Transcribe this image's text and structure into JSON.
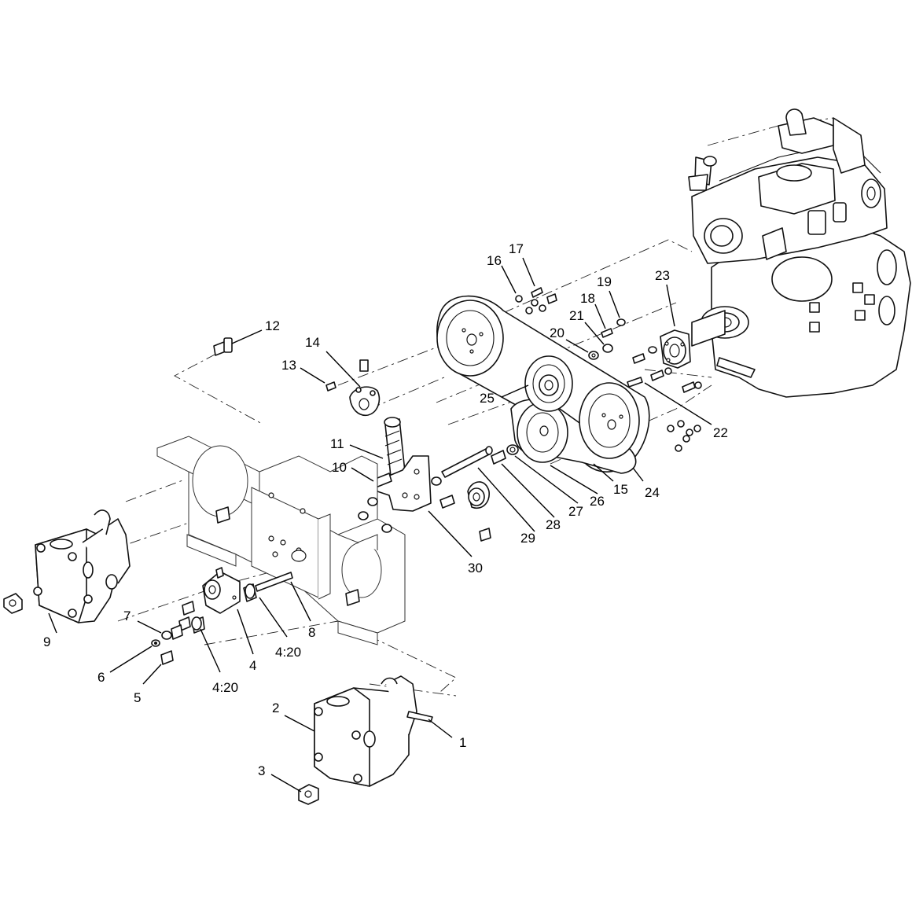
{
  "callouts": {
    "c1": "1",
    "c2": "2",
    "c3": "3",
    "c4": "4",
    "c4_20a": "4:20",
    "c4_20b": "4:20",
    "c5": "5",
    "c6": "6",
    "c7": "7",
    "c8": "8",
    "c9": "9",
    "c10": "10",
    "c11": "11",
    "c12": "12",
    "c13": "13",
    "c14": "14",
    "c15": "15",
    "c16": "16",
    "c17": "17",
    "c18": "18",
    "c19": "19",
    "c20": "20",
    "c21": "21",
    "c22": "22",
    "c23": "23",
    "c24": "24",
    "c25": "25",
    "c26": "26",
    "c27": "27",
    "c28": "28",
    "c29": "29",
    "c30": "30"
  }
}
